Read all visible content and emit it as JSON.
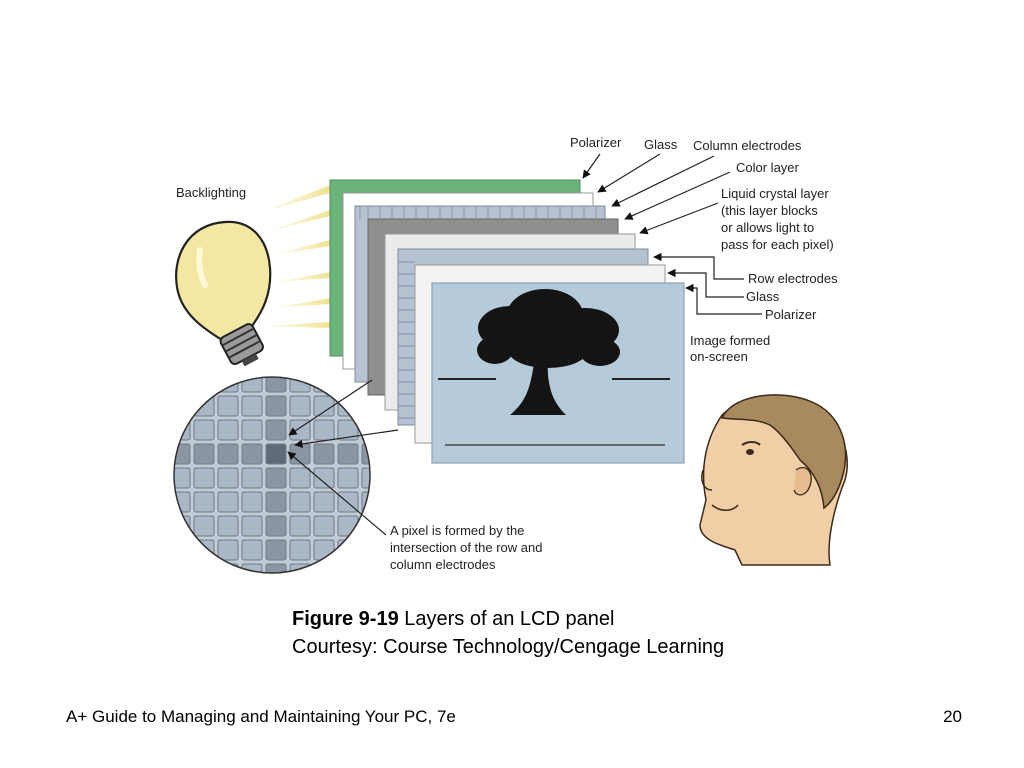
{
  "diagram": {
    "labels": {
      "backlighting": "Backlighting",
      "polarizer_front": "Polarizer",
      "glass_front": "Glass",
      "column_electrodes": "Column electrodes",
      "color_layer": "Color layer",
      "liquid_crystal": [
        "Liquid crystal layer",
        "(this layer blocks",
        "or allows light to",
        "pass for each pixel)"
      ],
      "row_electrodes": "Row electrodes",
      "glass_back": "Glass",
      "polarizer_back": "Polarizer",
      "image_formed": [
        "Image formed",
        "on-screen"
      ],
      "pixel_note": [
        "A pixel is formed by the",
        "intersection of the row and",
        "column electrodes"
      ]
    },
    "colors": {
      "green_layer": "#6ab37a",
      "electrode_layer": "#b7c3d3",
      "gray_layer": "#8f8f8f",
      "screen": "#b5cbd9",
      "bulb": "#f3e7a2",
      "skin": "#f0cfa6",
      "hair": "#a98a5f"
    }
  },
  "caption": {
    "figure_number": "Figure 9-19",
    "figure_title": " Layers of an LCD panel",
    "credit": "Courtesy: Course Technology/Cengage Learning"
  },
  "footer": {
    "book_title": "A+ Guide to Managing and Maintaining Your PC, 7e",
    "page_number": "20"
  }
}
